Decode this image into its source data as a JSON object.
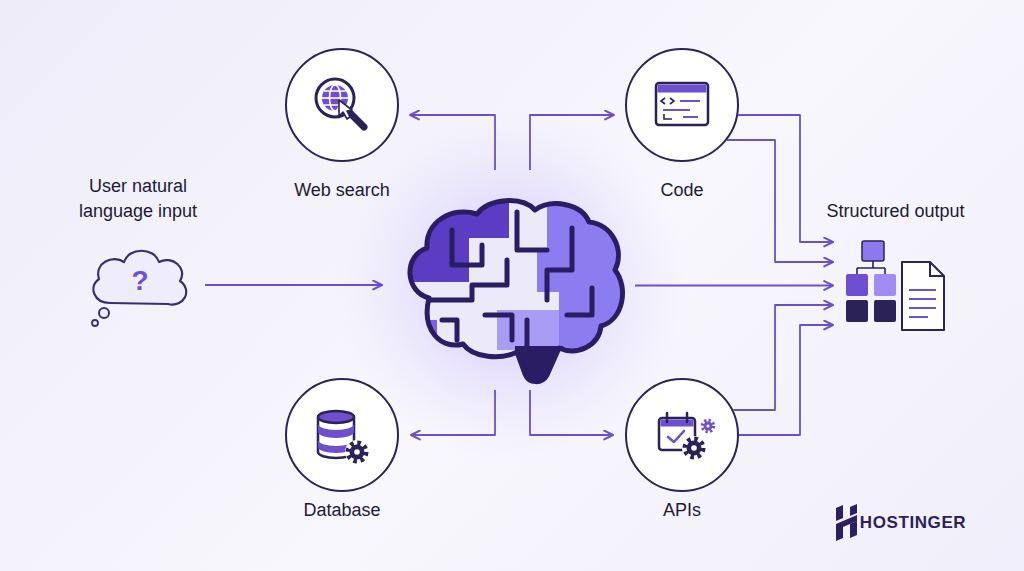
{
  "diagram": {
    "nodes": [
      {
        "text": [
          "User natural language input"
        ]
      },
      {
        "text": [
          "Web search"
        ]
      },
      {
        "text": [
          "Database"
        ]
      },
      {
        "text": []
      },
      {
        "text": [
          "Code"
        ]
      },
      {
        "text": [
          "APIs"
        ]
      },
      {
        "text": [
          "Structured output"
        ]
      }
    ],
    "edges": [
      {
        "from": 0,
        "to": 3,
        "arrow": "to"
      },
      {
        "from": 3,
        "to": 1,
        "arrow": "to"
      },
      {
        "from": 3,
        "to": 4,
        "arrow": "to"
      },
      {
        "from": 3,
        "to": 2,
        "arrow": "to"
      },
      {
        "from": 3,
        "to": 5,
        "arrow": "to"
      },
      {
        "from": 3,
        "to": 6,
        "arrow": "to"
      },
      {
        "from": 4,
        "to": 6,
        "arrow": "to"
      },
      {
        "from": 4,
        "to": 6,
        "arrow": "to"
      },
      {
        "from": 5,
        "to": 6,
        "arrow": "to"
      },
      {
        "from": 5,
        "to": 6,
        "arrow": "to"
      }
    ],
    "labels": [
      "?",
      "HOSTINGER"
    ]
  }
}
